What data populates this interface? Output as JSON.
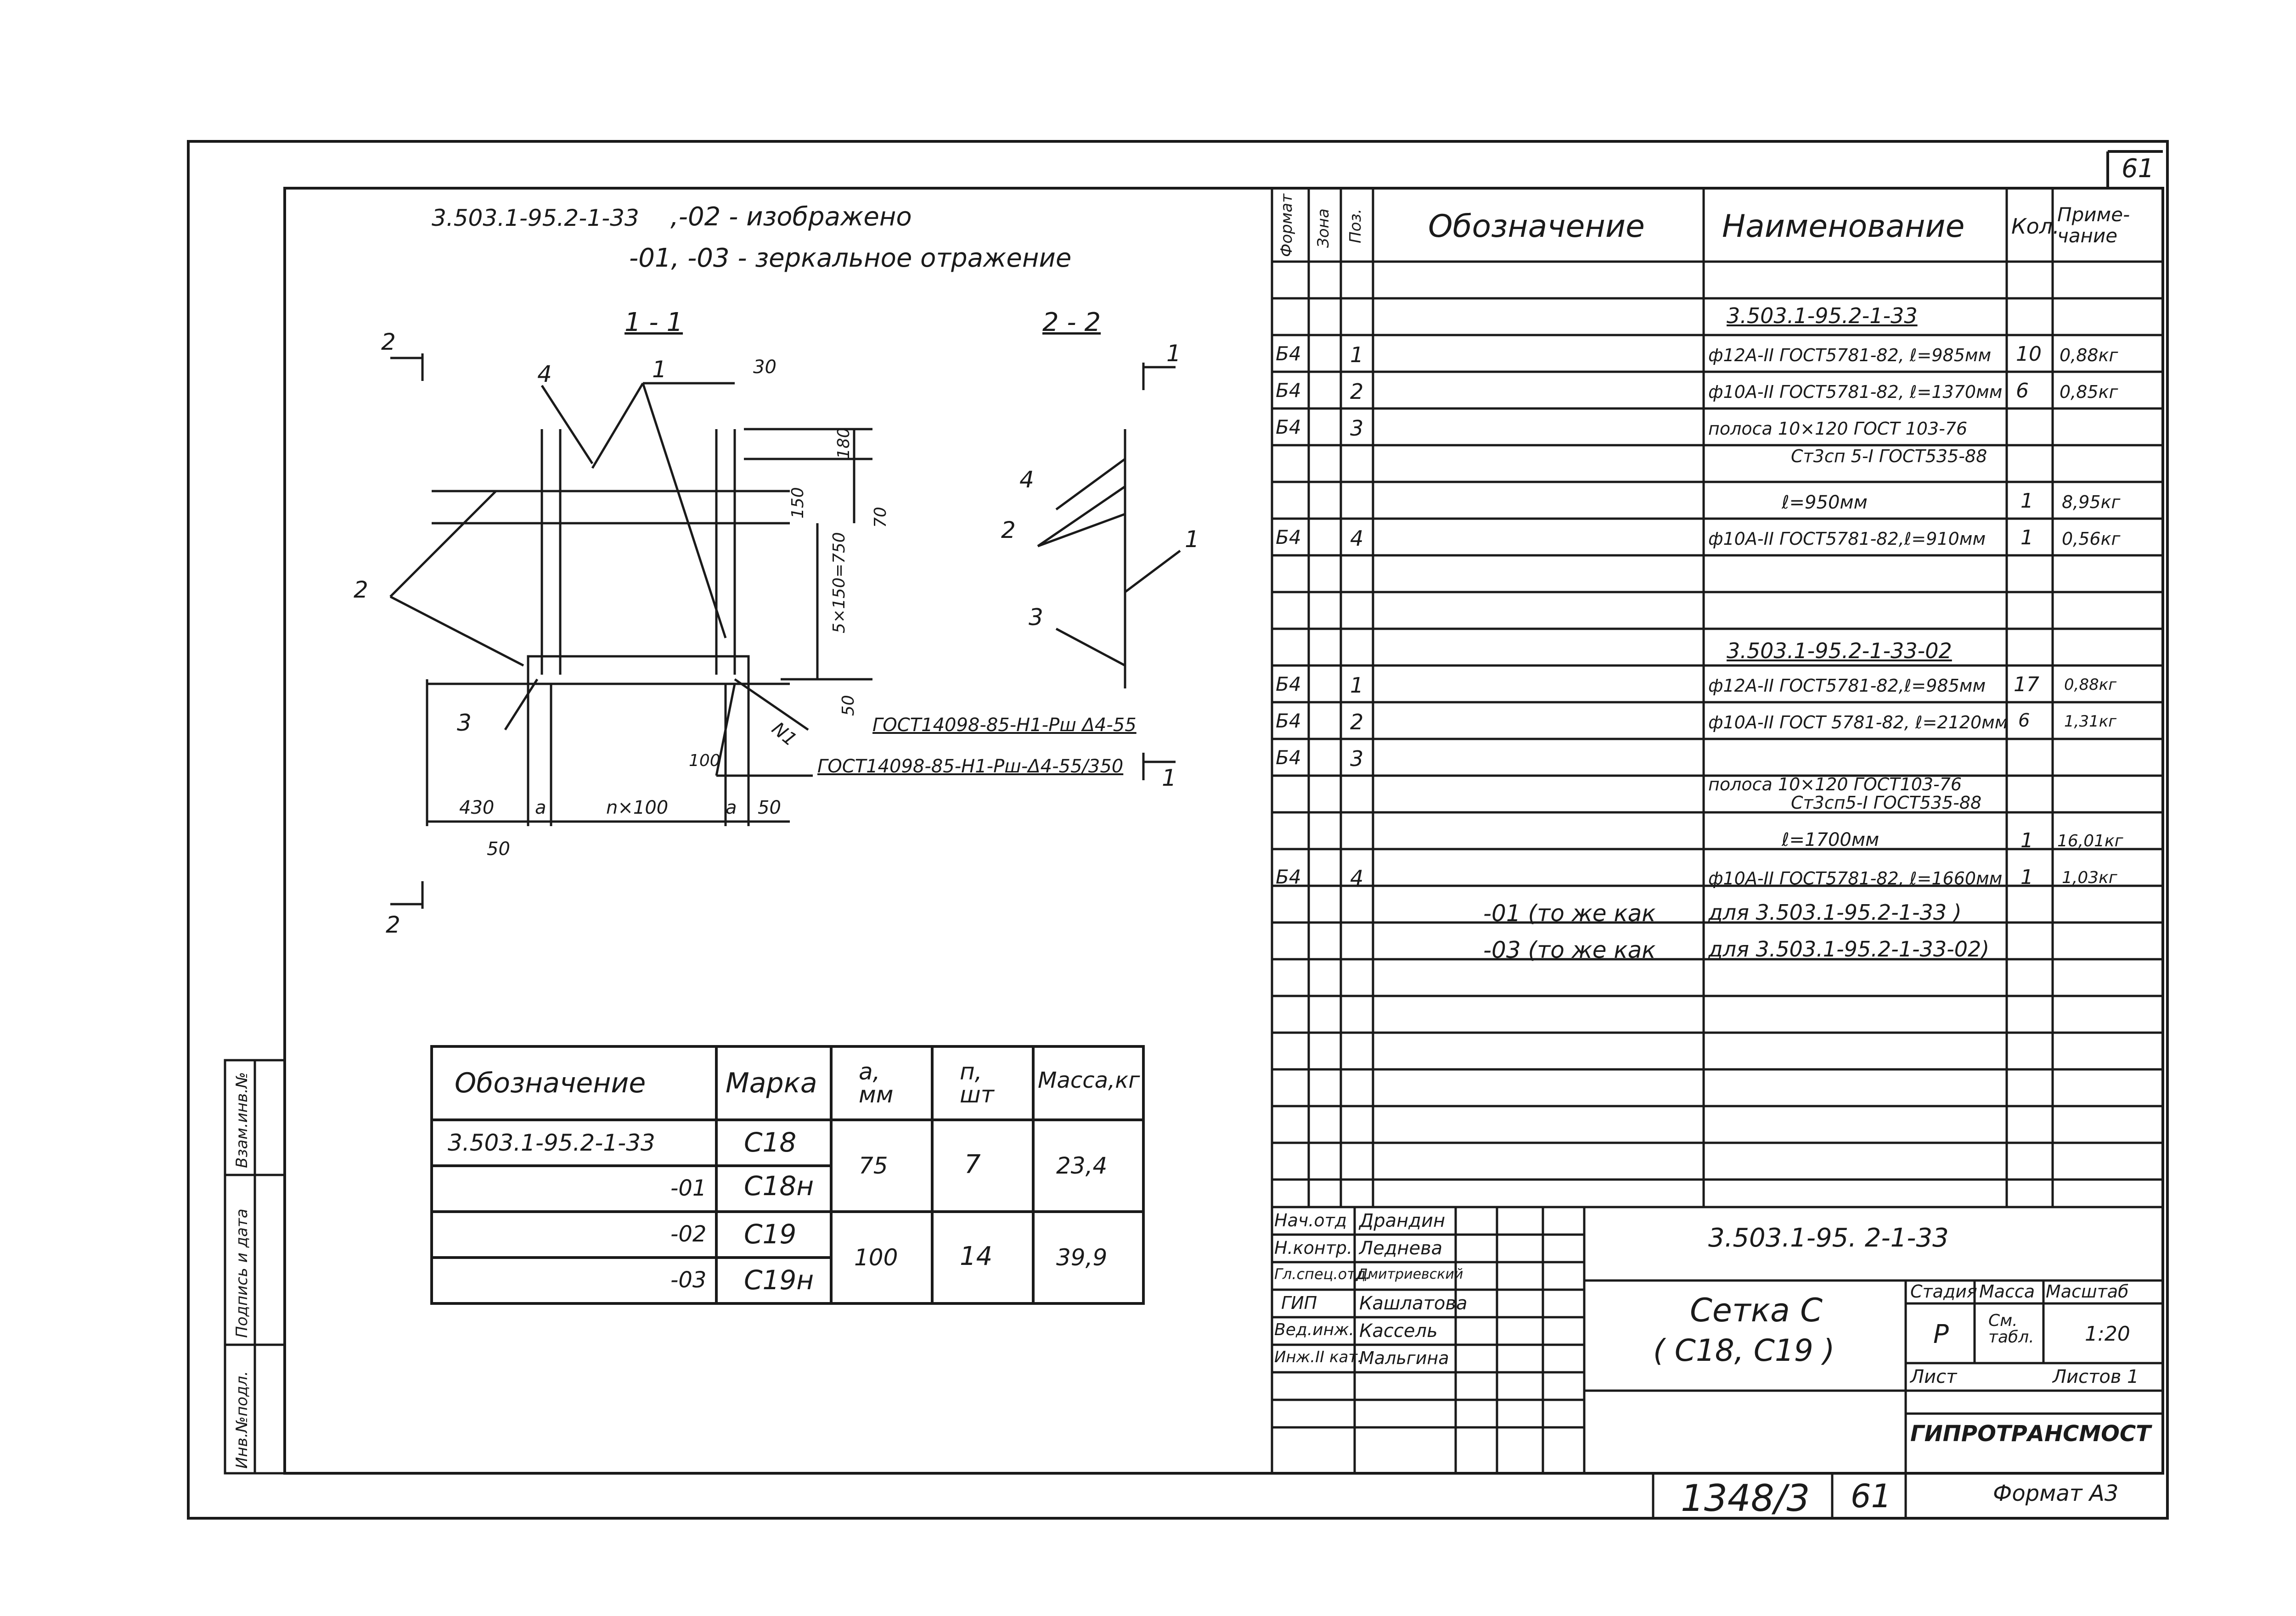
{
  "sheet_number": "61",
  "header_note": {
    "code": "3.503.1-95.2-1-33",
    "line1": ",-02 - изображено",
    "line2": "-01, -03 - зеркальное отражение"
  },
  "section_11": "1 - 1",
  "section_22": "2 - 2",
  "cut_marks": {
    "two": "2",
    "one": "1"
  },
  "drawing_labels": {
    "pos1": "1",
    "pos2": "2",
    "pos3": "3",
    "pos4": "4",
    "dim_30": "30",
    "dim_180": "180",
    "dim_150": "150",
    "dim_70": "70",
    "dim_5x150": "5×150=750",
    "dim_50a": "50",
    "dim_50b": "50",
    "dim_50c": "50",
    "dim_430": "430",
    "dim_a1": "a",
    "dim_nx100": "n×100",
    "dim_a2": "a",
    "dim_100": "100",
    "n1": "N1",
    "weld1": "ГОСТ14098-85-Н1-Рш Δ4-55",
    "weld2": "ГОСТ14098-85-Н1-Рш-Δ4-55/350"
  },
  "marks_table": {
    "headers": [
      "Обозначение",
      "Марка",
      "а, мм",
      "п, шт",
      "Масса,кг"
    ],
    "rows": [
      {
        "designation": "3.503.1-95.2-1-33",
        "mark": "С18"
      },
      {
        "designation": "-01",
        "mark": "С18н"
      },
      {
        "designation": "-02",
        "mark": "С19"
      },
      {
        "designation": "-03",
        "mark": "С19н"
      }
    ],
    "groups": [
      {
        "a": "75",
        "n": "7",
        "mass": "23,4"
      },
      {
        "a": "100",
        "n": "14",
        "mass": "39,9"
      }
    ]
  },
  "spec_headers": {
    "format": "Формат",
    "zone": "Зона",
    "pos": "Поз.",
    "designation": "Обозначение",
    "name": "Наименование",
    "qty": "Кол.",
    "note": "Приме-чание"
  },
  "spec_rows": [
    {
      "fmt": "",
      "pos": "",
      "des": "",
      "name": "3.503.1-95.2-1-33",
      "name2": "",
      "qty": "",
      "note": ""
    },
    {
      "fmt": "Б4",
      "pos": "1",
      "des": "",
      "name": "ф12А-II ГОСТ5781-82, ℓ=985мм",
      "name2": "",
      "qty": "10",
      "note": "0,88кг"
    },
    {
      "fmt": "Б4",
      "pos": "2",
      "des": "",
      "name": "ф10А-II ГОСТ5781-82, ℓ=1370мм",
      "name2": "",
      "qty": "6",
      "note": "0,85кг"
    },
    {
      "fmt": "Б4",
      "pos": "3",
      "des": "",
      "name": "полоса 10×120 ГОСТ 103-76",
      "name2": "Ст3сп 5-I ГОСТ535-88",
      "qty": "",
      "note": ""
    },
    {
      "fmt": "",
      "pos": "",
      "des": "",
      "name": "ℓ=950мм",
      "name2": "",
      "qty": "1",
      "note": "8,95кг"
    },
    {
      "fmt": "Б4",
      "pos": "4",
      "des": "",
      "name": "ф10А-II ГОСТ5781-82,ℓ=910мм",
      "name2": "",
      "qty": "1",
      "note": "0,56кг"
    },
    {
      "fmt": "",
      "pos": "",
      "des": "",
      "name": "",
      "name2": "",
      "qty": "",
      "note": ""
    },
    {
      "fmt": "",
      "pos": "",
      "des": "",
      "name": "3.503.1-95.2-1-33-02",
      "name2": "",
      "qty": "",
      "note": ""
    },
    {
      "fmt": "Б4",
      "pos": "1",
      "des": "",
      "name": "ф12А-II ГОСТ5781-82,ℓ=985мм",
      "name2": "",
      "qty": "17",
      "note": "0,88кг"
    },
    {
      "fmt": "Б4",
      "pos": "2",
      "des": "",
      "name": "ф10А-II ГОСТ 5781-82, ℓ=2120мм",
      "name2": "",
      "qty": "6",
      "note": "1,31кг"
    },
    {
      "fmt": "Б4",
      "pos": "3",
      "des": "",
      "name": "полоса 10×120 ГОСТ103-76",
      "name2": "Ст3сп5-I ГОСТ535-88",
      "qty": "",
      "note": ""
    },
    {
      "fmt": "",
      "pos": "",
      "des": "",
      "name": "ℓ=1700мм",
      "name2": "",
      "qty": "1",
      "note": "16,01кг"
    },
    {
      "fmt": "Б4",
      "pos": "4",
      "des": "",
      "name": "ф10А-II ГОСТ5781-82, ℓ=1660мм",
      "name2": "",
      "qty": "1",
      "note": "1,03кг"
    },
    {
      "fmt": "",
      "pos": "",
      "des": "-01 (то же как",
      "name": "для 3.503.1-95.2-1-33 )",
      "name2": "",
      "qty": "",
      "note": ""
    },
    {
      "fmt": "",
      "pos": "",
      "des": "-03 (то же как",
      "name": "для 3.503.1-95.2-1-33-02)",
      "name2": "",
      "qty": "",
      "note": ""
    }
  ],
  "title_block": {
    "code": "3.503.1-95. 2-1-33",
    "title_line1": "Сетка С",
    "title_line2": "( С18, С19 )",
    "stage_label": "Стадия",
    "mass_label": "Масса",
    "scale_label": "Масштаб",
    "stage": "Р",
    "mass": "См. табл.",
    "scale": "1:20",
    "sheet_label": "Лист",
    "sheets_label": "Листов 1",
    "org": "ГИПРОТРАНСМОСТ",
    "roles": [
      "Нач.отд",
      "Н.контр.",
      "Гл.спец.отд.",
      "ГИП",
      "Вед.инж.",
      "Инж.II кат."
    ],
    "people": [
      "Драндин",
      "Леднева",
      "Дмитриевский",
      "Кашлатова",
      "Кассель",
      "Мальгина"
    ]
  },
  "footer": {
    "album": "1348/3",
    "sheet": "61",
    "format": "Формат А3"
  },
  "side_stamp": [
    "Инв.№подл.",
    "Подпись и дата",
    "Взам.инв.№"
  ]
}
